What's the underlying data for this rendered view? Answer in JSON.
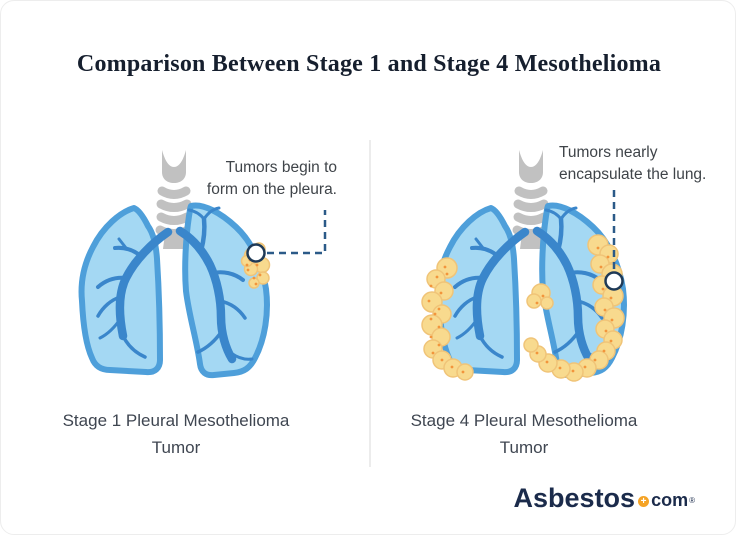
{
  "title": "Comparison Between Stage 1 and Stage 4 Mesothelioma",
  "left_panel": {
    "annotation_line1": "Tumors begin to",
    "annotation_line2": "form on the pleura.",
    "caption_line1": "Stage 1 Pleural Mesothelioma",
    "caption_line2": "Tumor"
  },
  "right_panel": {
    "annotation_line1": "Tumors nearly",
    "annotation_line2": "encapsulate the lung.",
    "caption_line1": "Stage 4 Pleural Mesothelioma",
    "caption_line2": "Tumor"
  },
  "logo": {
    "name": "Asbestos",
    "plus": "+",
    "suffix": "com",
    "registered": "®"
  },
  "colors": {
    "title_text": "#161F2E",
    "caption_text": "#3F4651",
    "annotation_text": "#3F4449",
    "lung_fill": "#A4D8F3",
    "lung_outline": "#4E9FDA",
    "bronchi": "#3A86CB",
    "trachea": "#C1C1C1",
    "tumor_fill": "#F8DA8E",
    "tumor_edge": "#F0C478",
    "tumor_speckle": "#F2953C",
    "callout_line": "#2B5A88",
    "marker_ring": "#1F3A57",
    "divider": "#E6E6E6",
    "logo_navy": "#1B2B4B",
    "logo_orange": "#F5A325"
  }
}
